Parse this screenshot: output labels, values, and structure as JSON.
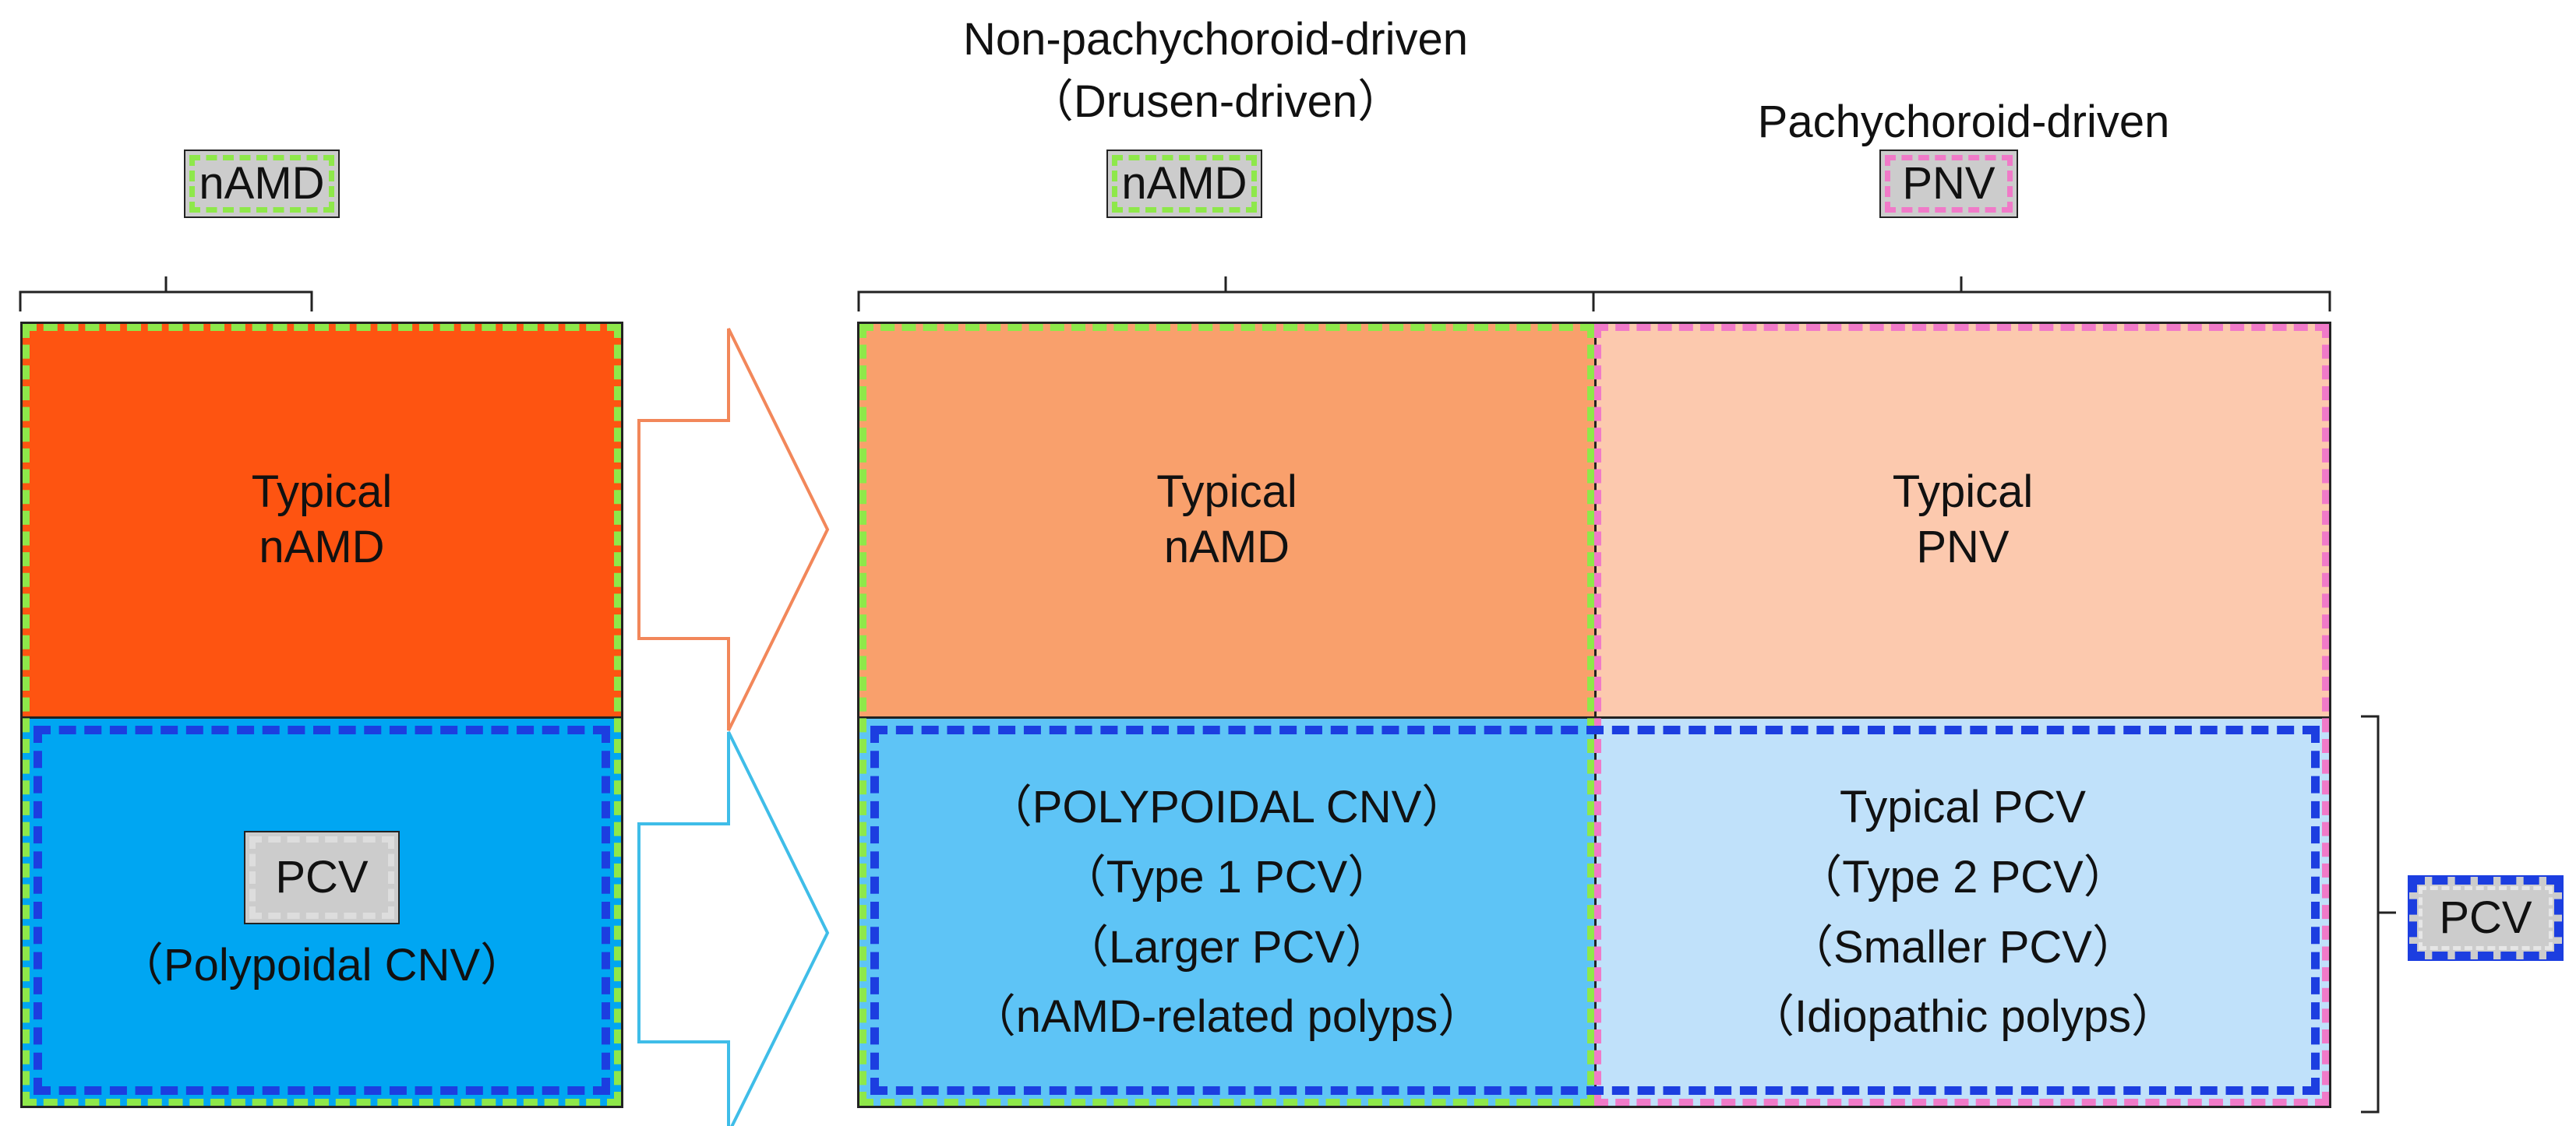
{
  "headings": {
    "non_pachychoroid_line1": "Non-pachychoroid-driven",
    "non_pachychoroid_line2": "（Drusen-driven）",
    "pachychoroid": "Pachychoroid-driven"
  },
  "chips": {
    "left_namd": "nAMD",
    "middle_namd": "nAMD",
    "right_pnv": "PNV",
    "left_pcv": "PCV",
    "far_right_pcv": "PCV"
  },
  "left_block": {
    "top_line1": "Typical",
    "top_line2": "nAMD",
    "bottom_line2": "（Polypoidal CNV）"
  },
  "middle_block": {
    "top_line1": "Typical",
    "top_line2": "nAMD",
    "bottom_lines": [
      "（POLYPOIDAL CNV）",
      "（Type 1 PCV）",
      "（Larger PCV）",
      "（nAMD-related polyps）"
    ]
  },
  "right_block": {
    "top_line1": "Typical",
    "top_line2": "PNV",
    "bottom_lines": [
      "Typical PCV",
      "（Type 2 PCV）",
      "（Smaller PCV）",
      "（Idiopathic polyps）"
    ]
  },
  "colors": {
    "typical_namd_left": "#fe5411",
    "pcv_left": "#00a6f2",
    "typical_namd_mid": "#f9a06c",
    "pcv_mid": "#5ec4f6",
    "typical_pnv": "#fcc9ae",
    "pcv_right": "#c0e1fa",
    "green_border": "#8ee84a",
    "pink_border": "#f07ac8",
    "blue_border": "#1c3ee0"
  }
}
